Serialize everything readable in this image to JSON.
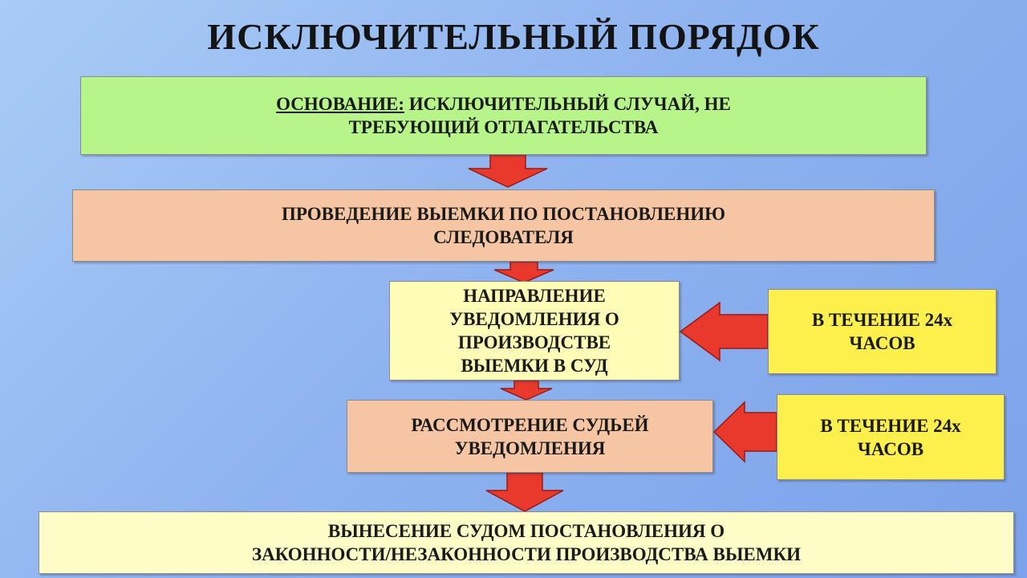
{
  "title": "ИСКЛЮЧИТЕЛЬНЫЙ ПОРЯДОК",
  "basis": {
    "label": "ОСНОВАНИЕ:",
    "text_line1": " ИСКЛЮЧИТЕЛЬНЫЙ СЛУЧАЙ, НЕ",
    "text_line2": "ТРЕБУЮЩИЙ ОТЛАГАТЕЛЬСТВА"
  },
  "seizure": {
    "line1": "ПРОВЕДЕНИЕ ВЫЕМКИ ПО ПОСТАНОВЛЕНИЮ",
    "line2": "СЛЕДОВАТЕЛЯ"
  },
  "notification": {
    "line1": "НАПРАВЛЕНИЕ",
    "line2": "УВЕДОМЛЕНИЯ О",
    "line3": "ПРОИЗВОДСТВЕ",
    "line4": "ВЫЕМКИ В СУД"
  },
  "deadline1": {
    "line1": "В ТЕЧЕНИЕ 24х",
    "line2": "ЧАСОВ"
  },
  "review": {
    "line1": "РАССМОТРЕНИЕ СУДЬЕЙ",
    "line2": "УВЕДОМЛЕНИЯ"
  },
  "deadline2": {
    "line1": "В ТЕЧЕНИЕ 24х",
    "line2": "ЧАСОВ"
  },
  "decision": {
    "line1": "ВЫНЕСЕНИЕ СУДОМ ПОСТАНОВЛЕНИЯ О",
    "line2": "ЗАКОННОСТИ/НЕЗАКОННОСТИ ПРОИЗВОДСТВА ВЫЕМКИ"
  },
  "colors": {
    "arrow": "#e8392c",
    "arrow_outline": "#9a1a12",
    "basis_fill": "#b7f58b",
    "step_fill": "#f6c6a4",
    "notice_fill": "#fdfdb8",
    "deadline_fill": "#fdf04c",
    "decision_fill": "#fdfdc8"
  }
}
